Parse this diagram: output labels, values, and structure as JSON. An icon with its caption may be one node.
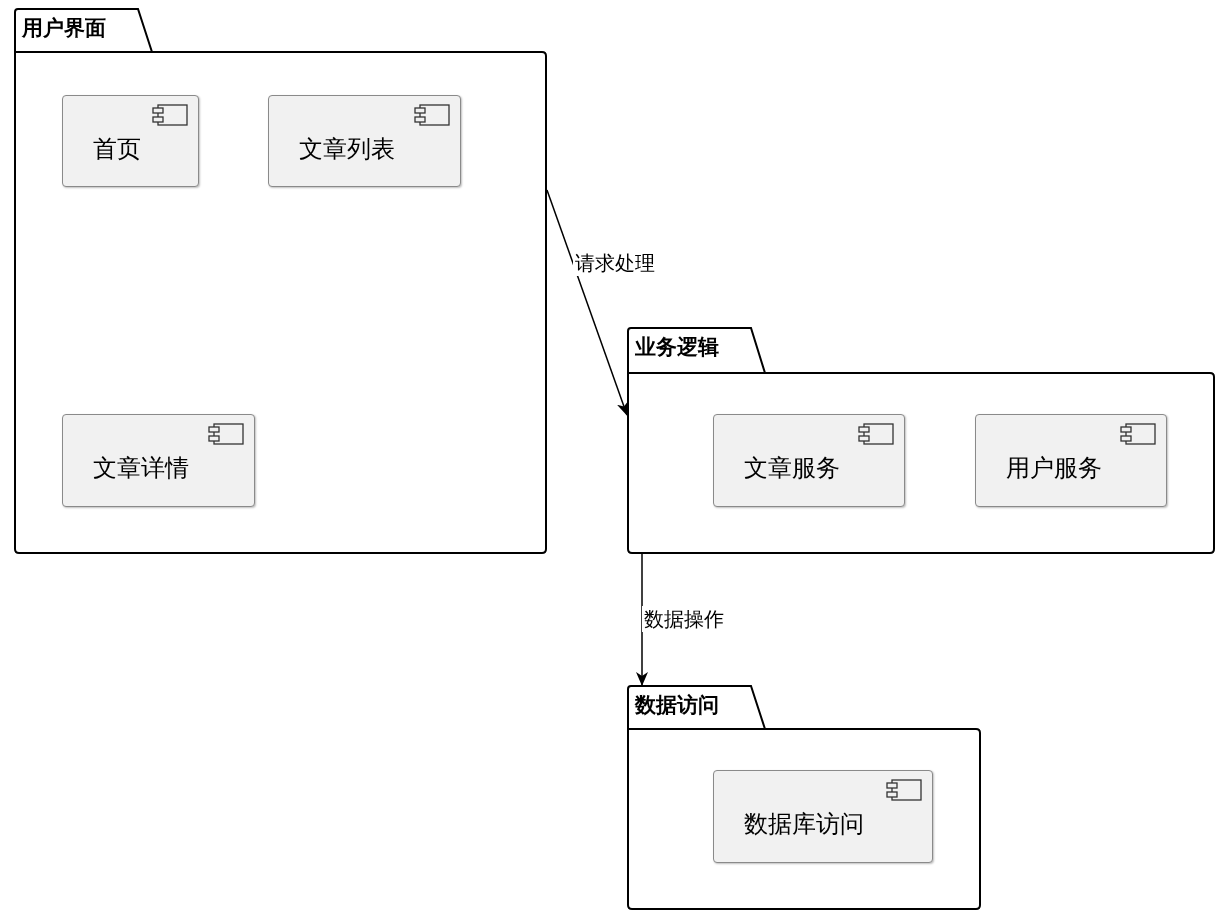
{
  "diagram": {
    "nodes": [
      {
        "text": [
          "用户界面"
        ]
      },
      {
        "text": [
          "首页"
        ],
        "in": 0
      },
      {
        "text": [
          "文章列表"
        ],
        "in": 0
      },
      {
        "text": [
          "文章详情"
        ],
        "in": 0
      },
      {
        "text": [
          "业务逻辑"
        ]
      },
      {
        "text": [
          "文章服务"
        ],
        "in": 4
      },
      {
        "text": [
          "用户服务"
        ],
        "in": 4
      },
      {
        "text": [
          "数据访问"
        ]
      },
      {
        "text": [
          "数据库访问"
        ],
        "in": 7
      }
    ],
    "edges": [
      {
        "from": 0,
        "to": 4,
        "label": "请求处理",
        "arrow": "to"
      },
      {
        "from": 4,
        "to": 7,
        "label": "数据操作",
        "arrow": "to"
      }
    ]
  }
}
